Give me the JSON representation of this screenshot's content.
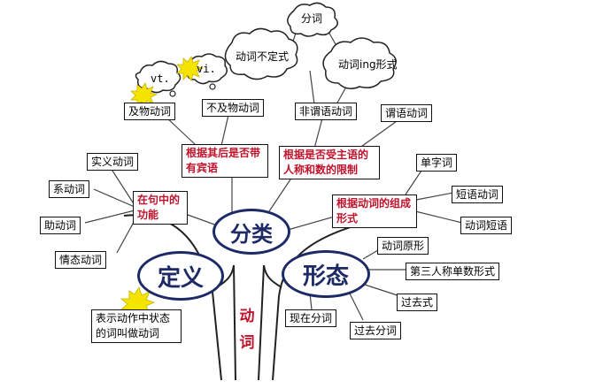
{
  "diagram": {
    "center": "分类",
    "definition": "定义",
    "forms": "形态",
    "trunk": "动词",
    "clouds": {
      "participle": "分词",
      "infinitive": "动词不定式",
      "ing_form": "动词ing形式",
      "vt": "vt.",
      "vi": "vi."
    },
    "criteria": {
      "object": "根据其后是否带有宾语",
      "subject": "根据是否受主语的人称和数的限制",
      "function": "在句中的功能",
      "composition": "根据动词的组成形式"
    },
    "object_types": [
      "及物动词",
      "不及物动词"
    ],
    "finite_types": [
      "非谓语动词",
      "谓语动词"
    ],
    "function_types": [
      "实义动词",
      "系动词",
      "助动词",
      "情态动词"
    ],
    "composition_types": [
      "单字词",
      "短语动词",
      "动词短语"
    ],
    "form_types": [
      "动词原形",
      "第三人称单数形式",
      "过去式",
      "过去分词",
      "现在分词"
    ],
    "definition_text": "表示动作中状态的词叫做动词"
  }
}
